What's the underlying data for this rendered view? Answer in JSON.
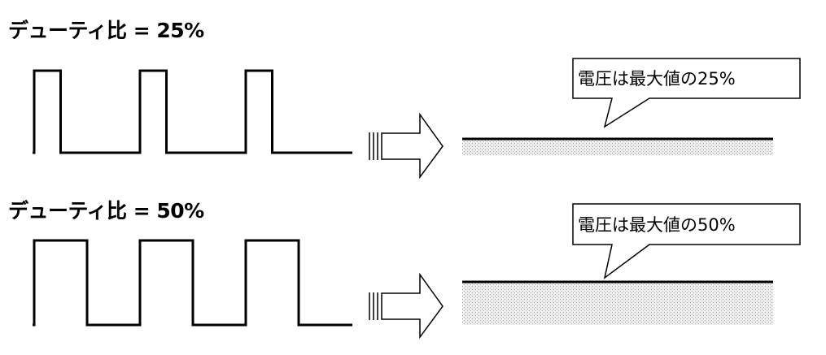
{
  "rows": [
    {
      "heading_label": "デューティ比",
      "heading_sep": " = ",
      "duty_text": "25%",
      "duty_fraction": 0.25,
      "callout_text": "電圧は最大値の25%",
      "output_level": 0.25
    },
    {
      "heading_label": "デューティ比",
      "heading_sep": " = ",
      "duty_text": "50%",
      "duty_fraction": 0.5,
      "callout_text": "電圧は最大値の50%",
      "output_level": 0.5
    }
  ],
  "colors": {
    "line": "#000000",
    "fill": "#e6e6e6",
    "background": "#ffffff"
  }
}
